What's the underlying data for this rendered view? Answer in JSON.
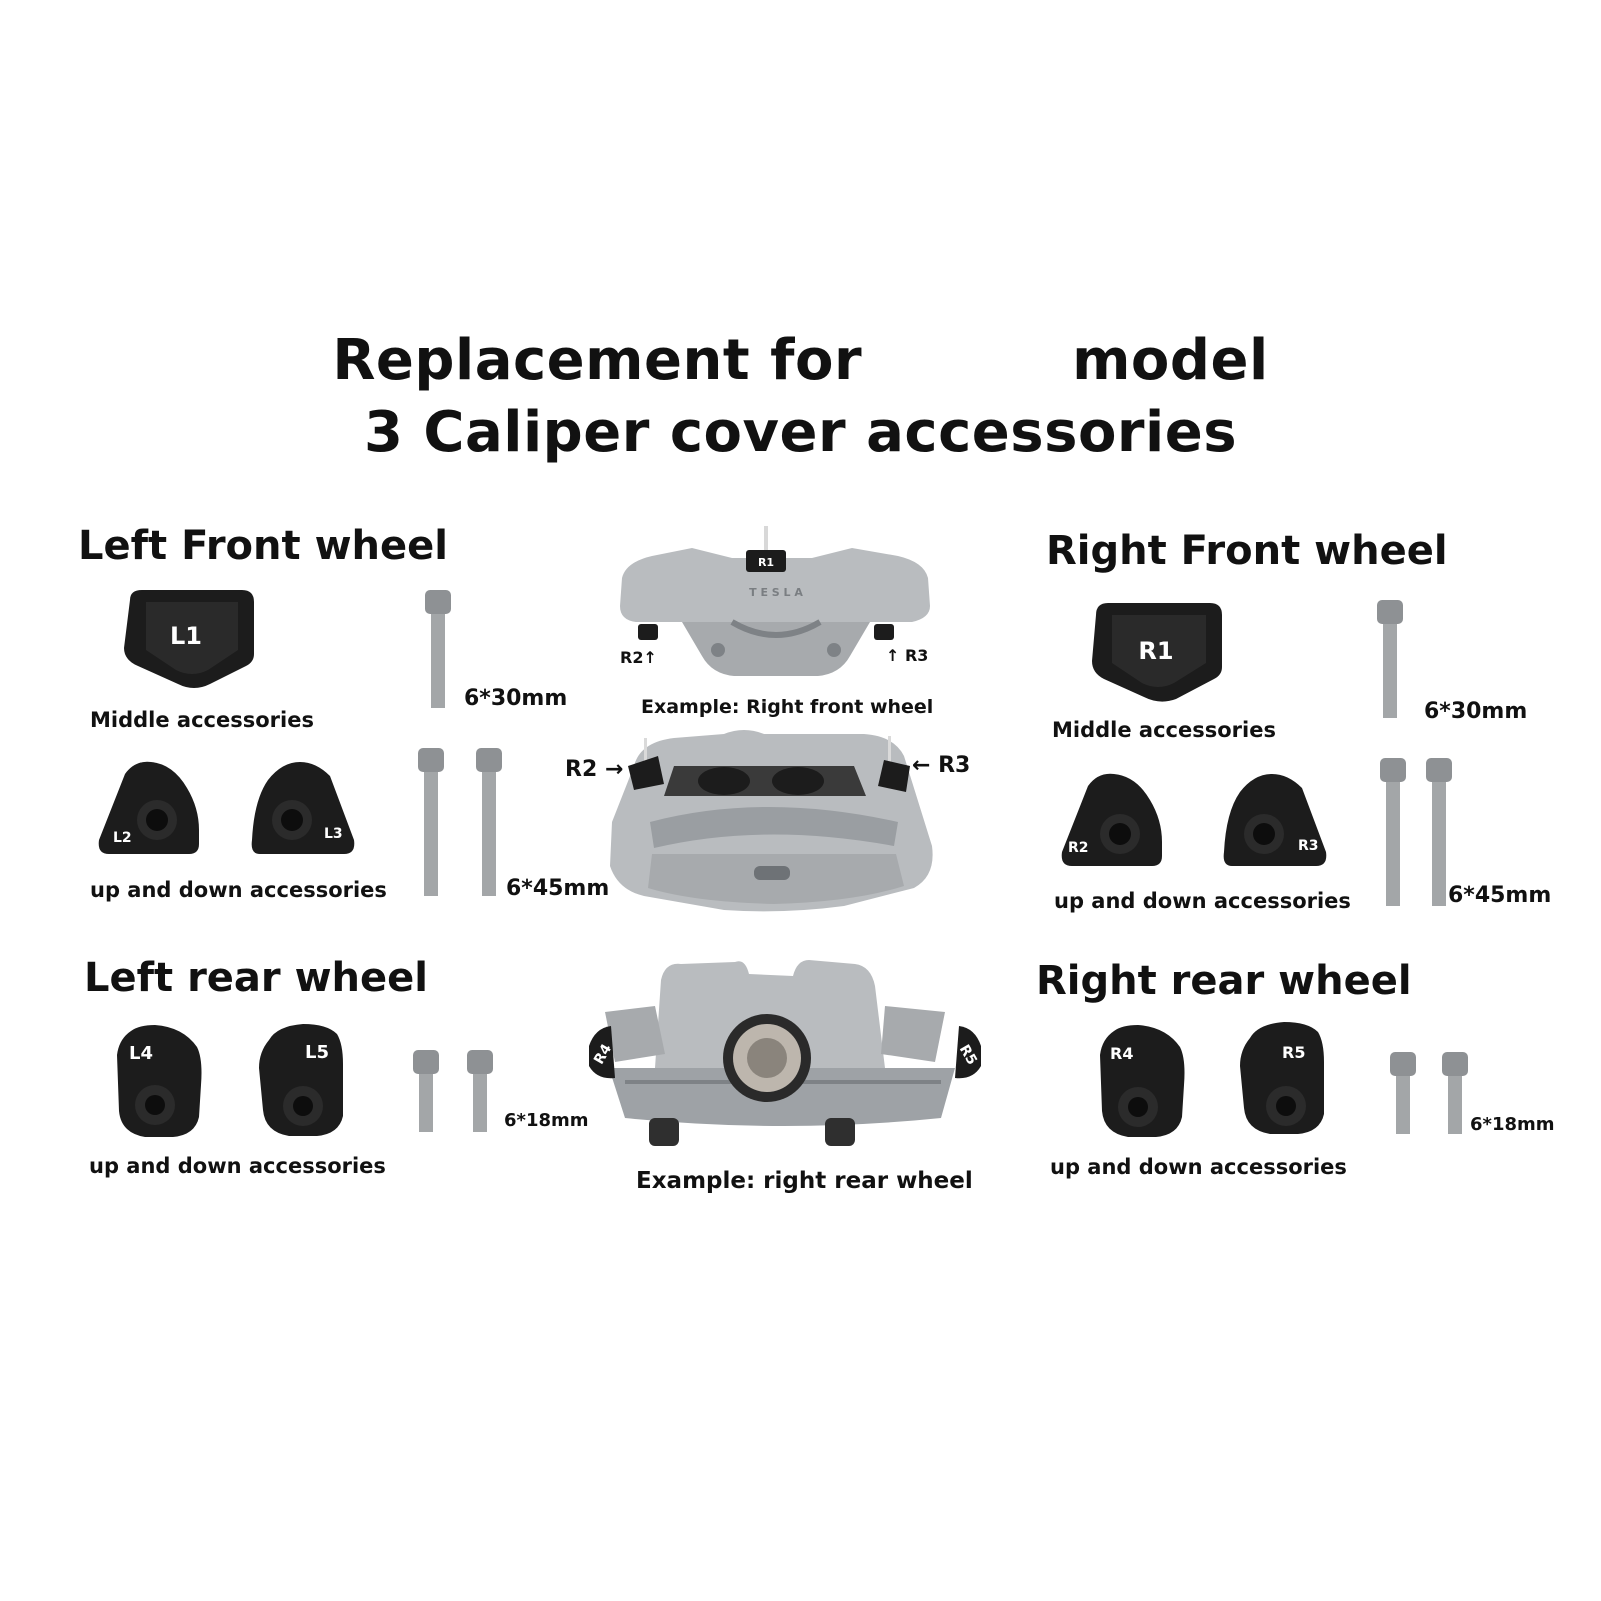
{
  "title": {
    "line1_left": "Replacement for",
    "line1_right": "model",
    "line2": "3 Caliper cover accessories"
  },
  "sections": {
    "left_front": "Left Front wheel",
    "right_front": "Right Front wheel",
    "left_rear": "Left rear wheel",
    "right_rear": "Right rear wheel"
  },
  "captions": {
    "middle": "Middle accessories",
    "up_down": "up and down accessories",
    "example_front": "Example: Right front wheel",
    "example_rear": "Example: right rear wheel"
  },
  "sizes": {
    "s30": "6*30mm",
    "s45": "6*45mm",
    "s18": "6*18mm"
  },
  "part_labels": {
    "L1": "L1",
    "L2": "L2",
    "L3": "L3",
    "L4": "L4",
    "L5": "L5",
    "R1": "R1",
    "R2": "R2",
    "R3": "R3",
    "R4": "R4",
    "R5": "R5"
  },
  "callouts": {
    "r1": "R1",
    "r2_up": "R2↑",
    "r3_up": "↑ R3",
    "r2_right": "R2 →",
    "r3_left": "← R3",
    "caliper_brand": "T E S L A"
  },
  "colors": {
    "accessory": "#1c1c1c",
    "caliper": "#b9bcbf",
    "caliper_dark": "#8c9094",
    "bolt": "#a3a6a8"
  }
}
